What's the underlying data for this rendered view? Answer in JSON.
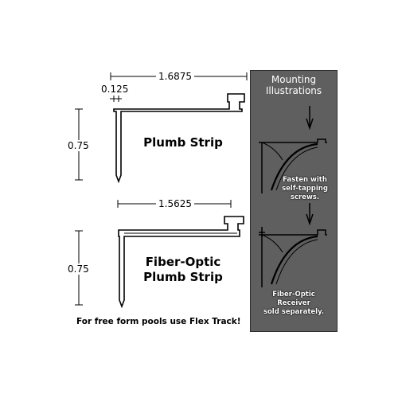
{
  "dimensions": {
    "top_width": "1.6875",
    "top_thickness": "0.125",
    "top_height": "0.75",
    "bottom_width": "1.5625",
    "bottom_height": "0.75"
  },
  "products": {
    "plumb_strip": "Plumb Strip",
    "fiber_optic_line1": "Fiber-Optic",
    "fiber_optic_line2": "Plumb Strip"
  },
  "panel": {
    "title_line1": "Mounting",
    "title_line2": "Illustrations",
    "note1_line1": "Fasten with",
    "note1_line2": "self-tapping",
    "note1_line3": "screws.",
    "note2_line1": "Fiber-Optic",
    "note2_line2": "Receiver",
    "note2_line3": "sold separately."
  },
  "footer": "For free form pools use Flex Track!",
  "colors": {
    "panel_bg": "#5f5f5f",
    "line": "#000000",
    "panel_text": "#ffffff"
  }
}
